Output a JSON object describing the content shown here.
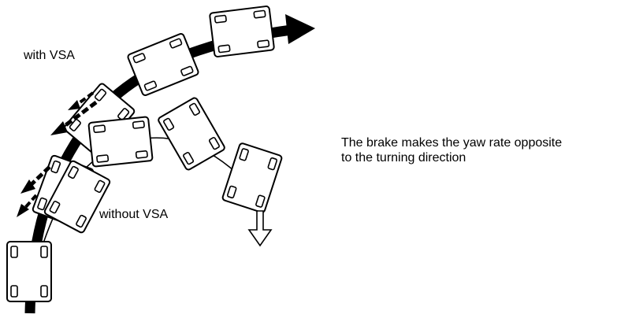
{
  "labels": {
    "with_vsa": "with VSA",
    "without_vsa": "without VSA"
  },
  "note": {
    "line1": "The brake makes the yaw rate opposite",
    "line2": "to the turning direction"
  },
  "colors": {
    "path": "#000000",
    "car_fill": "#ffffff",
    "outline": "#000000"
  },
  "icons": {
    "path_with_vsa": "thick-black-curved-arrow",
    "path_without_vsa": "thin-curved-line",
    "car": "car-top-view-rectangle",
    "brake_moment": "dashed-arrow",
    "yaw_direction": "hollow-down-arrow"
  }
}
